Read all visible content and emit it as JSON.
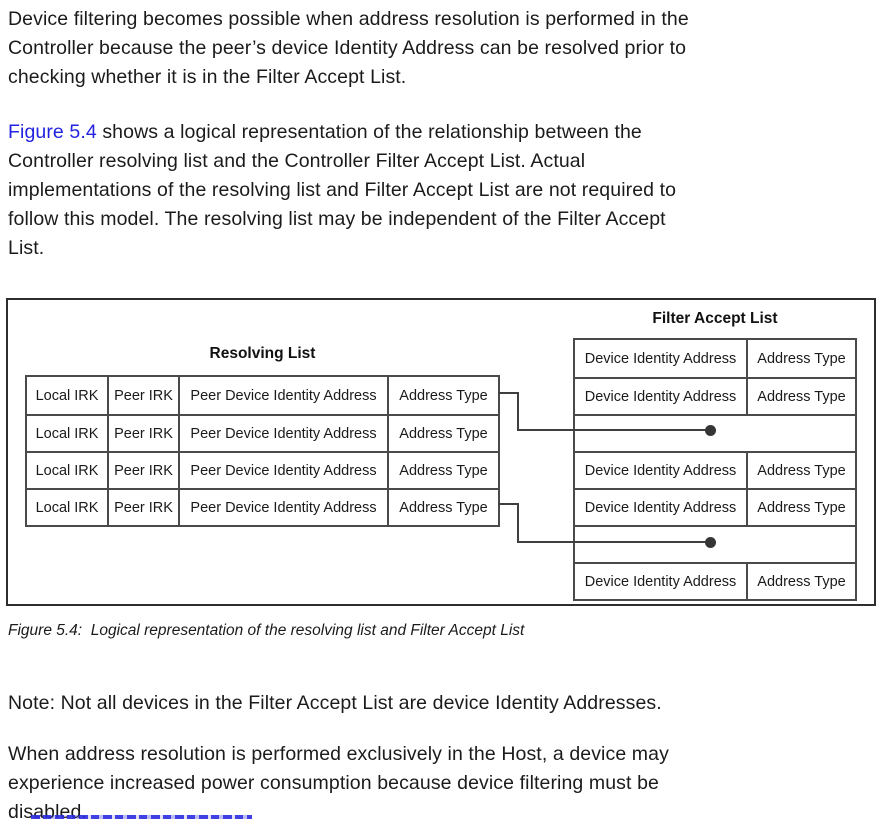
{
  "document": {
    "paragraph_1": "Device filtering becomes possible when address resolution is performed in the\nController because the peer’s device Identity Address can be resolved prior to\nchecking whether it is in the Filter Accept List.",
    "paragraph_2": {
      "link_text": "Figure 5.4",
      "after_link": " shows a logical representation of the relationship between the\nController resolving list and the Controller Filter Accept List. Actual\nimplementations of the resolving list and Filter Accept List are not required to\nfollow this model. The resolving list may be independent of the Filter Accept\nList."
    },
    "figure_caption": "Figure 5.4:  Logical representation of the resolving list and Filter Accept List",
    "note": "Note: Not all devices in the Filter Accept List are device Identity Addresses.",
    "paragraph_3": "When address resolution is performed exclusively in the Host, a device may\nexperience increased power consumption because device filtering must be\ndisabled."
  },
  "figure": {
    "resolving_list": {
      "title": "Resolving List",
      "row_count": 4,
      "columns": [
        "Local IRK",
        "Peer IRK",
        "Peer Device Identity Address",
        "Address Type"
      ]
    },
    "filter_accept_list": {
      "title": "Filter Accept List",
      "columns": [
        "Device Identity Address",
        "Address Type"
      ],
      "rows": [
        {
          "type": "data"
        },
        {
          "type": "data"
        },
        {
          "type": "pointer"
        },
        {
          "type": "data"
        },
        {
          "type": "data"
        },
        {
          "type": "pointer"
        },
        {
          "type": "data"
        }
      ]
    },
    "connectors": [
      {
        "from": "resolving-list-row-1",
        "to": "filter-accept-list-row-3"
      },
      {
        "from": "resolving-list-row-4",
        "to": "filter-accept-list-row-6"
      }
    ]
  },
  "colors": {
    "link_blue": "#2222e0",
    "text": "#1b1b1b",
    "table_border": "#4a4a4a",
    "connector": "#3f3f3f"
  }
}
